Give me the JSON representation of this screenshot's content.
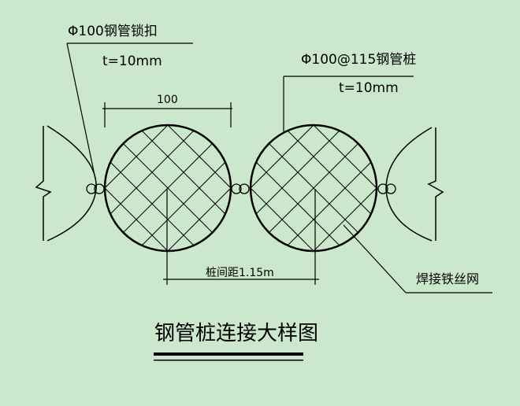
{
  "labels": {
    "lock_name": "Φ100钢管锁扣",
    "lock_thickness": "t=10mm",
    "pile_name": "Φ100@115钢管桩",
    "pile_thickness": "t=10mm",
    "diameter_dim": "100",
    "spacing_dim": "桩间距1.15m",
    "mesh_name": "焊接铁丝网",
    "figure_title": "钢管桩连接大样图"
  },
  "colors": {
    "background": "#cce8cc",
    "line": "#000000"
  }
}
